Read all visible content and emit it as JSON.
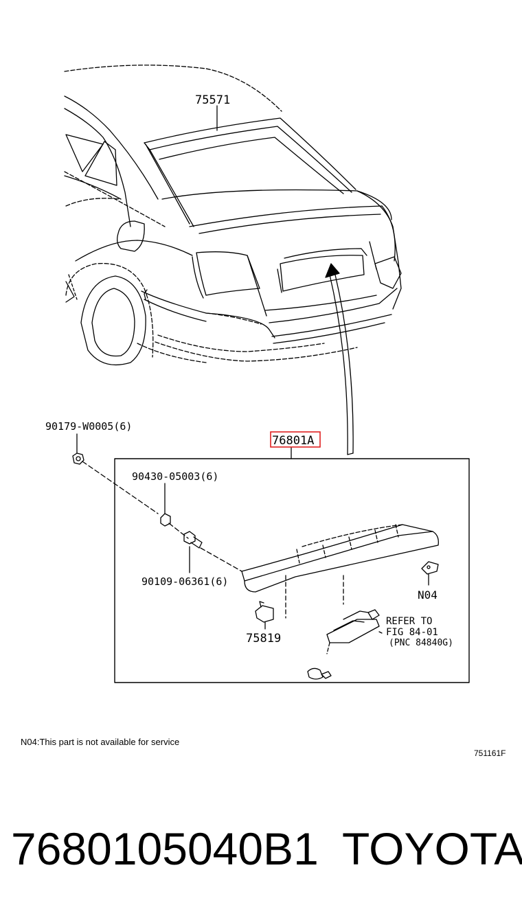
{
  "diagram": {
    "labels": {
      "p75571": "75571",
      "p76801a": "76801A",
      "p90179": "90179-W0005(6)",
      "p90430": "90430-05003(6)",
      "p90109": "90109-06361(6)",
      "pN04": "N04",
      "p75819": "75819",
      "refer1": "REFER TO",
      "refer2": "FIG 84-01",
      "refer3": "(PNC 84840G)"
    },
    "highlight_color": "#e02020"
  },
  "footnote": "N04:This part is not available for service",
  "figure_code": "751161F",
  "part_number": "7680105040B1",
  "brand": "TOYOTA"
}
